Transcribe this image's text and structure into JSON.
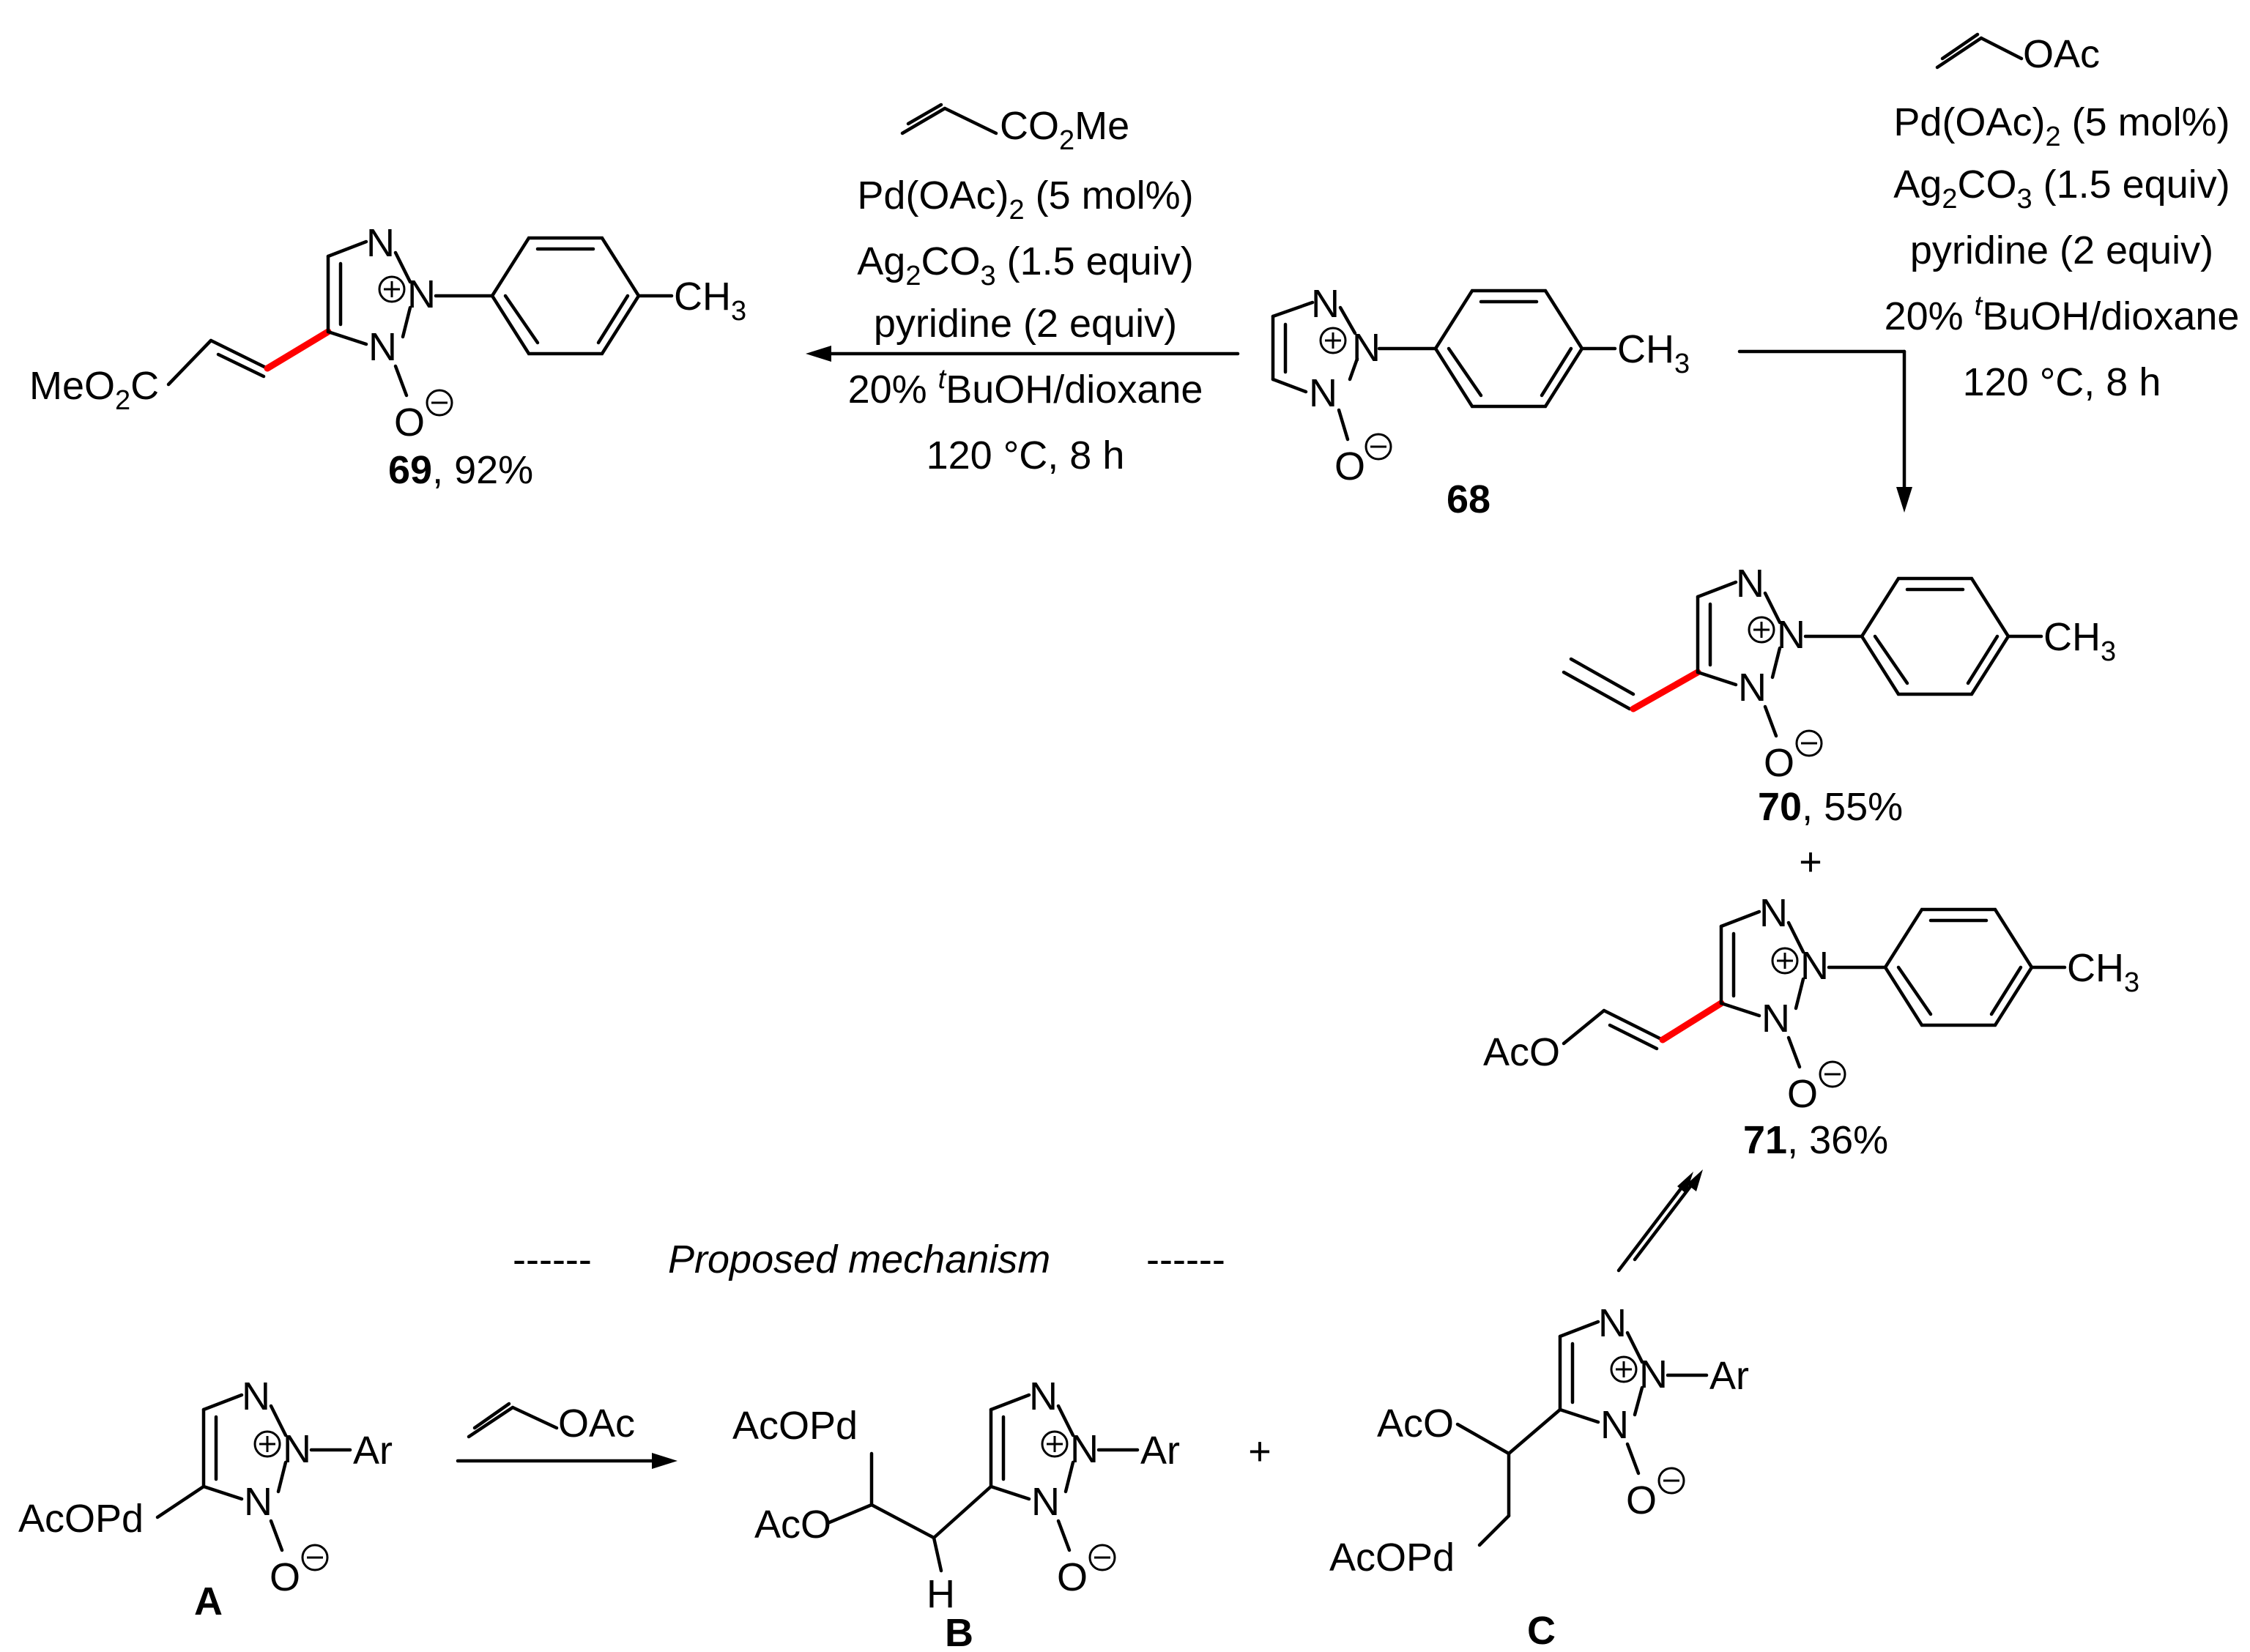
{
  "reagents": {
    "pd": "Pd(OAc)",
    "pd_sub": "2",
    "pd_tail": " (5 mol%)",
    "ag": "Ag",
    "ag_sub": "2",
    "ag_mid": "CO",
    "ag_sub2": "3",
    "ag_tail": " (1.5 equiv)",
    "pyr": "pyridine (2 equiv)",
    "solv_pre": "20% ",
    "solv_sup": "t",
    "solv_tail": "BuOH/dioxane",
    "temp": "120 °C, 8 h",
    "acrylate": "CO",
    "acrylate_sub": "2",
    "acrylate_tail": "Me",
    "vinyl_oac": "OAc"
  },
  "compounds": {
    "c68": "68",
    "c69": "69",
    "c69_yield": ", 92%",
    "c70": "70",
    "c70_yield": ", 55%",
    "c71": "71",
    "c71_yield": ", 36%",
    "plus": "+",
    "A": "A",
    "B": "B",
    "C": "C"
  },
  "atoms": {
    "N": "N",
    "O": "O",
    "H": "H",
    "CH": "CH",
    "three": "3",
    "Ar": "Ar",
    "AcO": "AcO",
    "AcOPd": "AcOPd",
    "MeO": "MeO",
    "two": "2",
    "C": "C"
  },
  "mechanism": {
    "title": "Proposed mechanism",
    "dash": "------"
  }
}
